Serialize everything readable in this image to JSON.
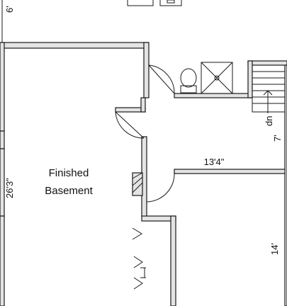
{
  "rooms": {
    "basement_line1": "Finished",
    "basement_line2": "Basement"
  },
  "dimensions": {
    "top_left_partial": "6'",
    "basement_height": "26'3\"",
    "right_upper": "7'",
    "width_label": "13'4\"",
    "right_lower": "14'"
  },
  "stairs": {
    "direction_label": "dn"
  },
  "colors": {
    "wall_fill": "#e4e4e4",
    "wall_stroke": "#1a1a1a"
  }
}
